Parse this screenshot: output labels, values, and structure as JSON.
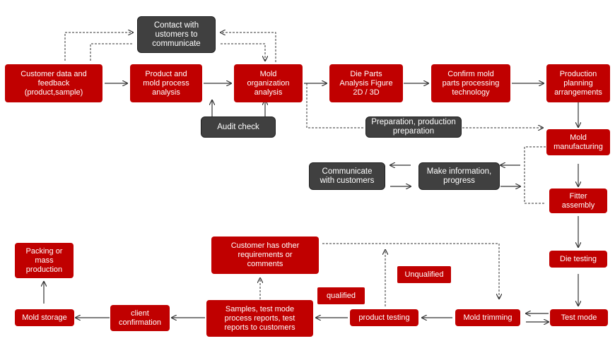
{
  "colors": {
    "process": "#c00000",
    "communication": "#404040",
    "arrow": "#333333"
  },
  "nodes": {
    "customer_data": "Customer data and\nfeedback\n(product,sample)",
    "product_analysis": "Product and\nmold process\nanalysis",
    "mold_org": "Mold\norganization\nanalysis",
    "die_parts": "Die Parts\nAnalysis Figure\n2D / 3D",
    "confirm_parts": "Confirm mold\nparts processing\ntechnology",
    "production_planning": "Production\nplanning\narrangements",
    "contact_customers": "Contact with\nustomers to\ncommunicate",
    "audit_check": "Audit check",
    "preparation": "Preparation, production\npreparation",
    "mold_manufacturing": "Mold\nmanufacturing",
    "make_information": "Make information,\nprogress",
    "communicate_customers": "Communicate\nwith customers",
    "fitter_assembly": "Fitter\nassembly",
    "die_testing": "Die testing",
    "test_mode": "Test mode",
    "mold_trimming": "Mold trimming",
    "product_testing": "product testing",
    "unqualified": "Unqualified",
    "qualified": "qualified",
    "customer_requirements": "Customer has other\nrequirements or\ncomments",
    "samples_reports": "Samples, test mode\nprocess reports, test\nreports to customers",
    "client_confirmation": "client\nconfirmation",
    "mold_storage": "Mold storage",
    "packing": "Packing or\nmass\nproduction"
  }
}
